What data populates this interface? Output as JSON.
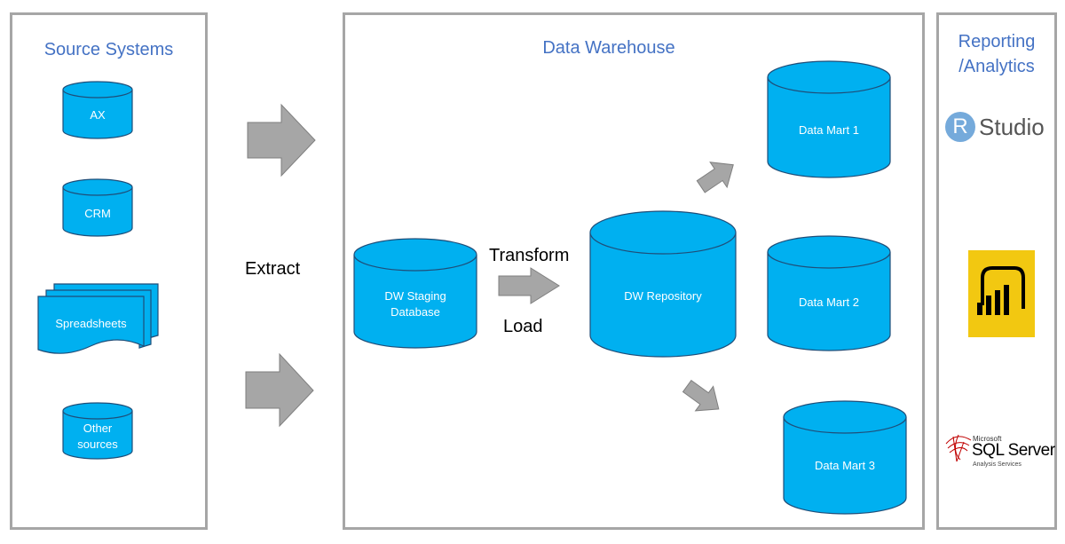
{
  "panels": {
    "source": {
      "title": "Source Systems"
    },
    "warehouse": {
      "title": "Data Warehouse"
    },
    "reporting": {
      "title_line1": "Reporting",
      "title_line2": "/Analytics"
    }
  },
  "sources": {
    "ax": "AX",
    "crm": "CRM",
    "spreadsheets": "Spreadsheets",
    "other_line1": "Other",
    "other_line2": "sources"
  },
  "steps": {
    "extract": "Extract",
    "transform": "Transform",
    "load": "Load"
  },
  "warehouse": {
    "staging_line1": "DW Staging",
    "staging_line2": "Database",
    "repository": "DW Repository",
    "mart1": "Data Mart 1",
    "mart2": "Data Mart 2",
    "mart3": "Data Mart 3"
  },
  "tools": {
    "rstudio_letter": "R",
    "rstudio_text": "Studio",
    "sqlserver_small": "Microsoft",
    "sqlserver_big": "SQL Server",
    "sqlserver_sub": "Analysis Services"
  },
  "colors": {
    "cylinder_fill": "#00b0f0",
    "cylinder_stroke": "#1f4e79",
    "arrow_fill": "#a6a6a6",
    "title_blue": "#4472c4",
    "powerbi_yellow": "#f2c811"
  }
}
